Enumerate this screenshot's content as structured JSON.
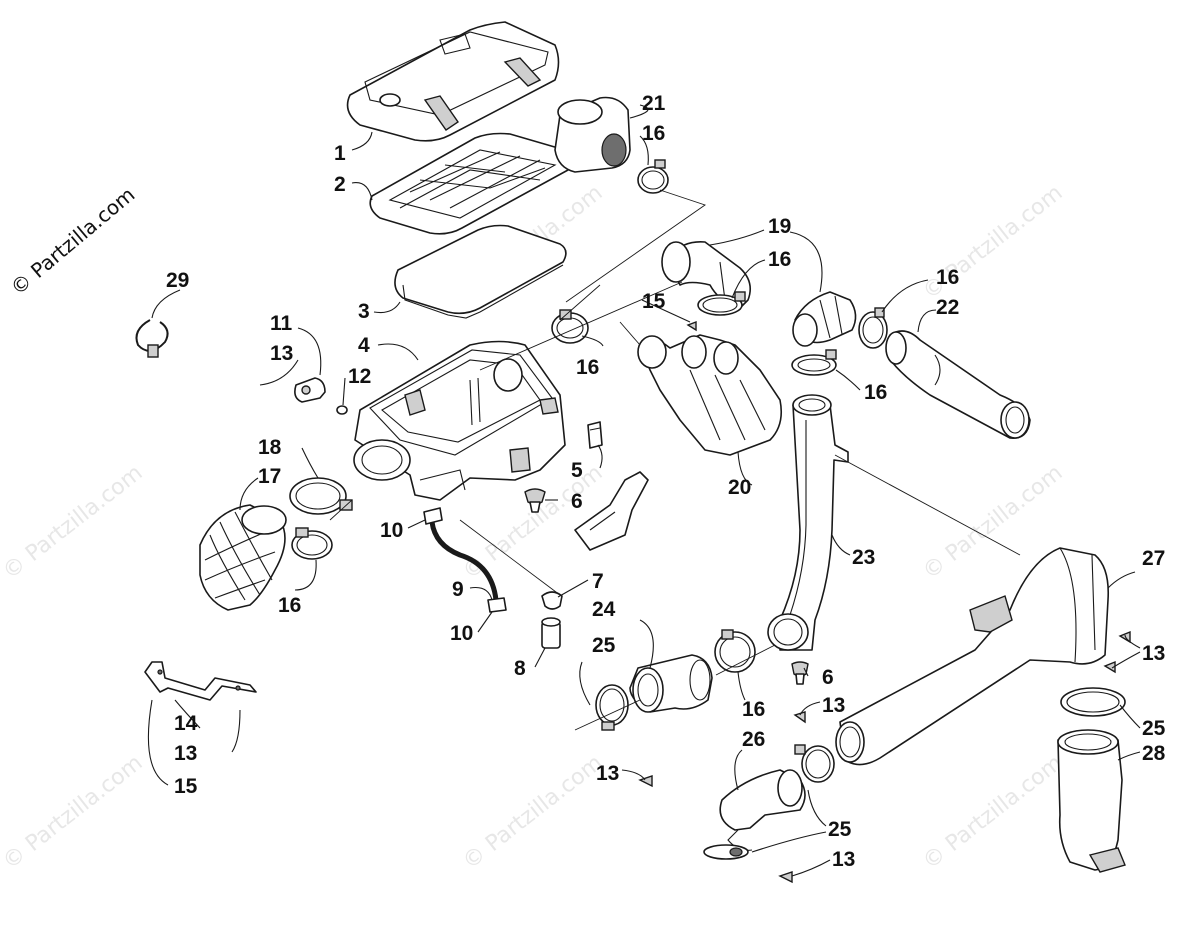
{
  "copyright": "© Partzilla.com",
  "watermark": "© Partzilla.com",
  "callouts": [
    {
      "id": "c1",
      "label": "1"
    },
    {
      "id": "c2",
      "label": "2"
    },
    {
      "id": "c3",
      "label": "3"
    },
    {
      "id": "c4",
      "label": "4"
    },
    {
      "id": "c5",
      "label": "5"
    },
    {
      "id": "c6a",
      "label": "6"
    },
    {
      "id": "c6b",
      "label": "6"
    },
    {
      "id": "c7",
      "label": "7"
    },
    {
      "id": "c8",
      "label": "8"
    },
    {
      "id": "c9",
      "label": "9"
    },
    {
      "id": "c10a",
      "label": "10"
    },
    {
      "id": "c10b",
      "label": "10"
    },
    {
      "id": "c11",
      "label": "11"
    },
    {
      "id": "c12",
      "label": "12"
    },
    {
      "id": "c13a",
      "label": "13"
    },
    {
      "id": "c13b",
      "label": "13"
    },
    {
      "id": "c13c",
      "label": "13"
    },
    {
      "id": "c13d",
      "label": "13"
    },
    {
      "id": "c13e",
      "label": "13"
    },
    {
      "id": "c13f",
      "label": "13"
    },
    {
      "id": "c14",
      "label": "14"
    },
    {
      "id": "c15a",
      "label": "15"
    },
    {
      "id": "c15b",
      "label": "15"
    },
    {
      "id": "c16a",
      "label": "16"
    },
    {
      "id": "c16b",
      "label": "16"
    },
    {
      "id": "c16c",
      "label": "16"
    },
    {
      "id": "c16d",
      "label": "16"
    },
    {
      "id": "c16e",
      "label": "16"
    },
    {
      "id": "c16f",
      "label": "16"
    },
    {
      "id": "c16g",
      "label": "16"
    },
    {
      "id": "c17",
      "label": "17"
    },
    {
      "id": "c18",
      "label": "18"
    },
    {
      "id": "c19",
      "label": "19"
    },
    {
      "id": "c20",
      "label": "20"
    },
    {
      "id": "c21",
      "label": "21"
    },
    {
      "id": "c22",
      "label": "22"
    },
    {
      "id": "c23",
      "label": "23"
    },
    {
      "id": "c24",
      "label": "24"
    },
    {
      "id": "c25a",
      "label": "25"
    },
    {
      "id": "c25b",
      "label": "25"
    },
    {
      "id": "c25c",
      "label": "25"
    },
    {
      "id": "c26",
      "label": "26"
    },
    {
      "id": "c27",
      "label": "27"
    },
    {
      "id": "c28",
      "label": "28"
    },
    {
      "id": "c29",
      "label": "29"
    }
  ]
}
